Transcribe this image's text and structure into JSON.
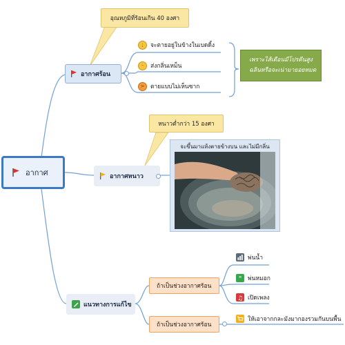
{
  "root": {
    "label": "อากาศ",
    "icon": "red-flag-icon"
  },
  "hot": {
    "label": "อากาศร้อน",
    "icon": "red-flag-icon",
    "callout": "อุณหภูมิที่ร้อนเกิน 40 องศา",
    "leaves": [
      {
        "text": "จะตายอยู่ในข้างในเบดดิ้ง",
        "icon": "crying-face-icon"
      },
      {
        "text": "ส่งกลิ่นเหม็น",
        "icon": "sad-face-icon"
      },
      {
        "text": "ตายแบบไม่เห็นซาก",
        "icon": "angry-face-icon"
      }
    ],
    "note_line1": "เพราะไส้เดือนมีโปรตีนสูง",
    "note_line2": "ฉลินหรือจะเน่ามายอยหมด"
  },
  "cold": {
    "label": "อากาศหนาว",
    "icon": "yellow-flag-icon",
    "callout": "หนาวต่ำกว่า 15 องศา",
    "image_caption": "จะขึ้นมาแห้งตายข้างบน และไม่มีกลิ่น"
  },
  "solution": {
    "label": "แนวทางการแก้ไข",
    "icon": "pencil-icon",
    "branch1": {
      "label": "ถ้าเป็นช่วงอากาศร้อน",
      "items": [
        {
          "text": "พ่นน้ำ",
          "icon": "bar-chart-icon"
        },
        {
          "text": "พ่นหมอก",
          "icon": "quote-icon"
        },
        {
          "text": "เปิดเพลง",
          "icon": "music-icon"
        }
      ]
    },
    "branch2": {
      "label": "ถ้าเป็นช่วงอากาศร้อน",
      "items": [
        {
          "text": "ให้เอาจากกละมังมากองรวมกันบนพื้น",
          "icon": "cart-icon"
        }
      ]
    }
  }
}
